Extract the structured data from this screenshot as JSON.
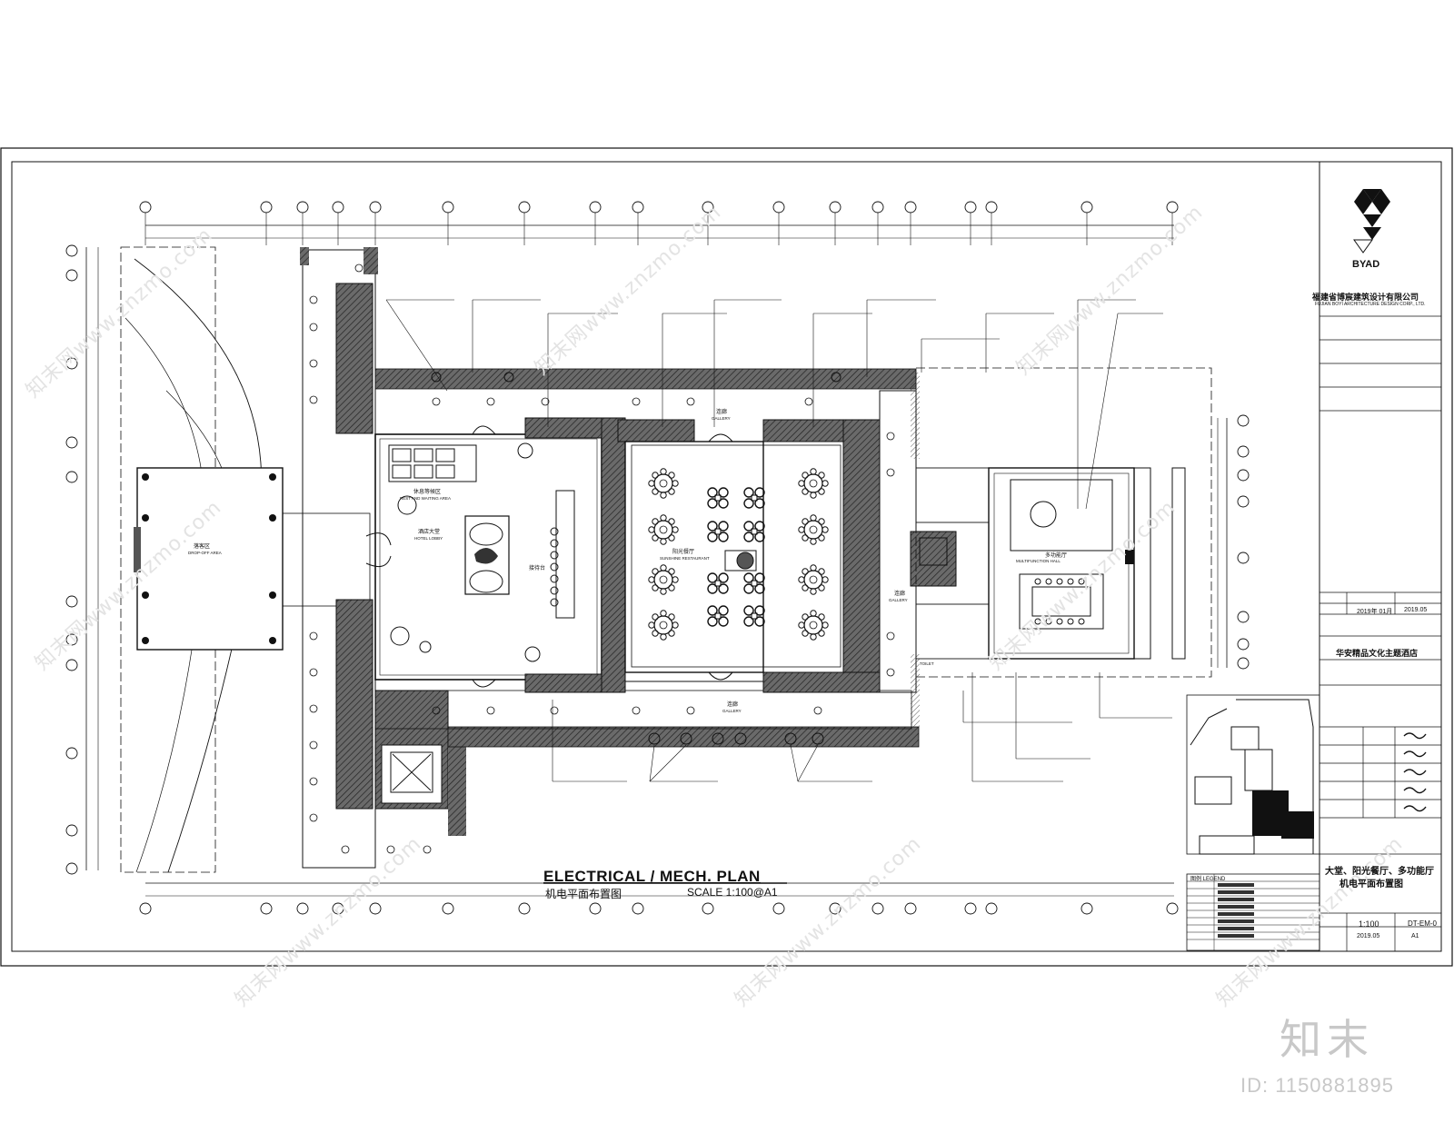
{
  "plan": {
    "title": "ELECTRICAL / MECH. PLAN",
    "subtitle": "机电平面布置图",
    "scale": "SCALE  1:100@A1"
  },
  "title_block": {
    "logo_text": "BYAD",
    "company_cn": "福建省博宸建筑设计有限公司",
    "company_en": "FUJIAN BOYI ARCHITECTURE DESIGN CORP., LTD.",
    "project_name": "华安精品文化主题酒店",
    "drawing_title_line1": "大堂、阳光餐厅、多功能厅",
    "drawing_title_line2": "机电平面布置图",
    "scale": "1:100",
    "drawing_code": "DT-EM-0",
    "date": "2019.05",
    "sheet_size": "A1",
    "date_1": "2019年 01月",
    "date_2": "2019.05"
  },
  "legend": {
    "title": "图例 LEGEND"
  },
  "rooms": {
    "drop_off_cn": "落客区",
    "drop_off_en": "DROP-OFF AREA",
    "lobby_cn": "酒店大堂",
    "lobby_en": "HOTEL LOBBY",
    "rest_cn": "休息等候区",
    "rest_en": "REST AND WAITING AREA",
    "reception_cn": "接待台",
    "restaurant_cn": "阳光餐厅",
    "restaurant_en": "SUNSHINE RESTAURANT",
    "gallery_cn": "连廊",
    "gallery_en": "GALLERY",
    "mf_hall_cn": "多功能厅",
    "mf_hall_en": "MULTIFUNCTION HALL",
    "toilet_en": "TOILET"
  },
  "watermark": "知末网www.znzmo.com",
  "brand_cn": "知末",
  "image_id": "ID: 1150881895",
  "colors": {
    "line": "#111111",
    "hatch_fill": "#555555",
    "watermark": "#e3e3e3"
  }
}
